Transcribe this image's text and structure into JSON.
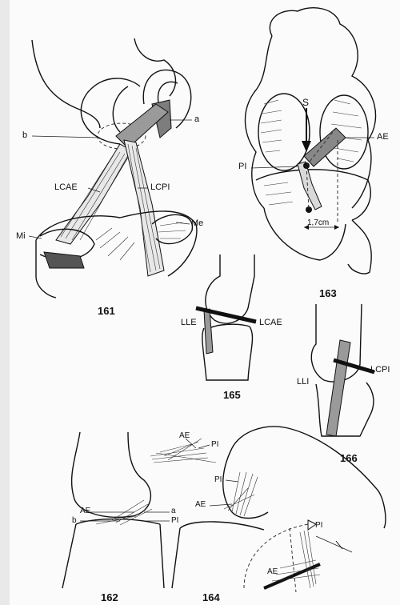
{
  "figures": {
    "f161": {
      "number": "161",
      "labels": {
        "b": "b",
        "a": "a",
        "lcae": "LCAE",
        "lcpi": "LCPI",
        "mi": "Mi",
        "me": "Me"
      }
    },
    "f163": {
      "number": "163",
      "labels": {
        "s": "S",
        "ae": "AE",
        "pi": "PI",
        "dist": "1,7cm"
      }
    },
    "f165": {
      "number": "165",
      "labels": {
        "lle": "LLE",
        "lcae": "LCAE"
      }
    },
    "f166": {
      "number": "166",
      "labels": {
        "lli": "LLI",
        "lcpi": "LCPI"
      }
    },
    "f162": {
      "number": "162",
      "labels": {
        "ae": "AE",
        "a": "a",
        "b": "b",
        "pi": "PI",
        "ae_top": "AE",
        "pi_top": "PI"
      }
    },
    "f164": {
      "number": "164",
      "labels": {
        "pi": "PI",
        "ae": "AE",
        "pi_inset": "PI",
        "ae_inset": "AE"
      }
    }
  },
  "colors": {
    "ink": "#111111",
    "shade": "#7d7d7d",
    "light": "#c8c8c8"
  }
}
